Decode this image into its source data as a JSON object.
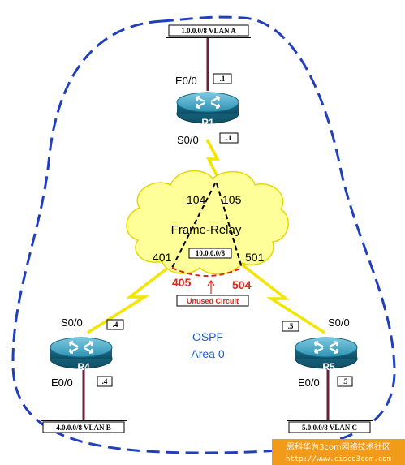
{
  "lans": {
    "top": "1.0.0.0/8 VLAN A",
    "left": "4.0.0.0/8 VLAN B",
    "right": "5.0.0.0/8 VLAN C"
  },
  "routers": {
    "r1": {
      "name": "R1",
      "e0_label": "E0/0",
      "e0_ip": ".1",
      "s0_label": "S0/0",
      "s0_ip": ".1"
    },
    "r4": {
      "name": "R4",
      "e0_label": "E0/0",
      "e0_ip": ".4",
      "s0_label": "S0/0",
      "s0_ip": ".4"
    },
    "r5": {
      "name": "R5",
      "e0_label": "E0/0",
      "e0_ip": ".5",
      "s0_label": "S0/0",
      "s0_ip": ".5"
    }
  },
  "cloud": {
    "label": "Frame-Relay",
    "network": "10.0.0.0/8",
    "dlci_104": "104",
    "dlci_105": "105",
    "dlci_401": "401",
    "dlci_501": "501",
    "dlci_405": "405",
    "dlci_504": "504",
    "unused_circuit": "Unused Circuit"
  },
  "area": {
    "protocol": "OSPF",
    "name": "Area 0"
  },
  "watermark": {
    "line1": "思科华为3com网络技术社区",
    "line2": "http://www.cisco3com.com"
  },
  "colors": {
    "area_border": "#1f3fbf",
    "router_body": "#2a8aa8",
    "serial_link": "#f2e600",
    "cloud_fill": "#ffff99",
    "unused_circuit": "#e0261c",
    "ospf_text": "#1f57c7",
    "watermark_bg": "#f29a1a"
  }
}
